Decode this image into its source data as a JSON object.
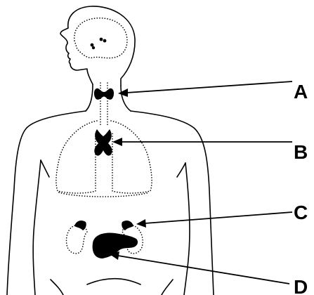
{
  "labels": {
    "a": "A",
    "b": "B",
    "c": "C",
    "d": "D"
  },
  "colors": {
    "ink": "#000000",
    "background": "#ffffff"
  }
}
